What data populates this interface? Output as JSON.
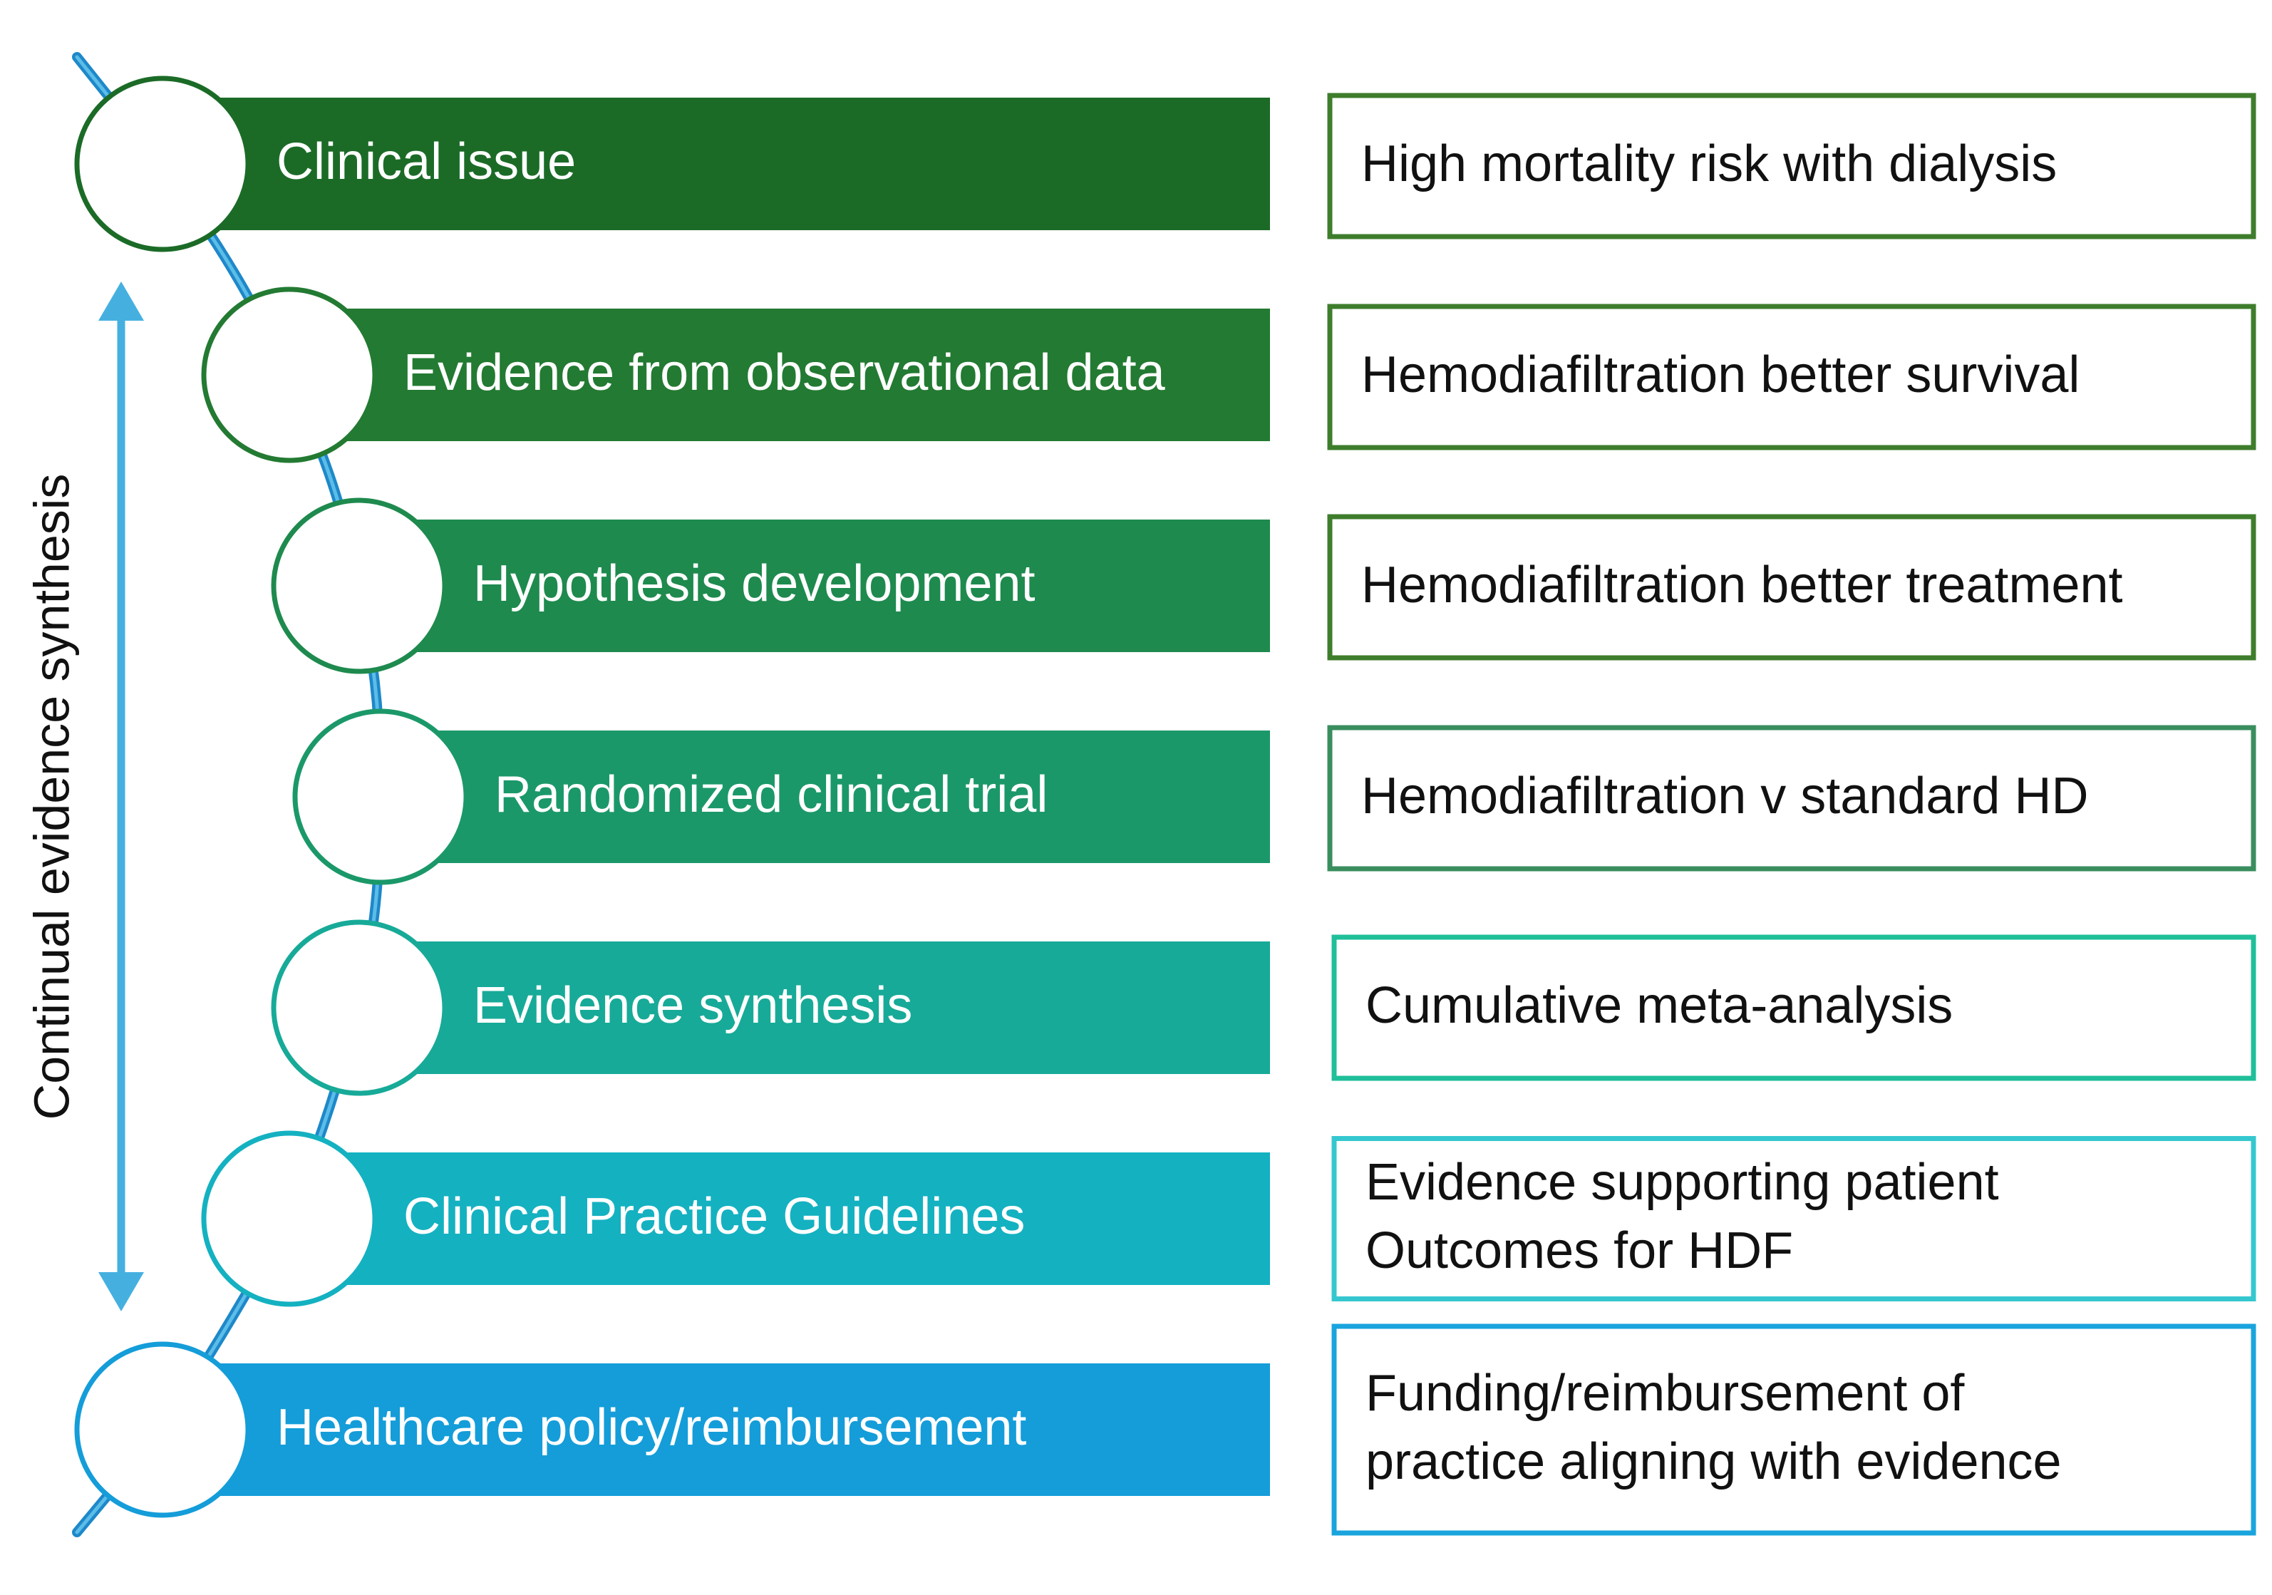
{
  "side_label": "Continual evidence synthesis",
  "colors": {
    "curve": "#1e88c9",
    "curve_light": "#5bbde8",
    "arrow": "#45b0e0"
  },
  "steps": [
    {
      "label": "Clinical issue",
      "color": "#1b6b27",
      "outcome": [
        "High mortality risk with dialysis"
      ],
      "outcome_border": "#3e7d2c"
    },
    {
      "label": "Evidence from observational data",
      "color": "#237a32",
      "outcome": [
        "Hemodiafiltration better survival"
      ],
      "outcome_border": "#3e7d2c"
    },
    {
      "label": "Hypothesis development",
      "color": "#1e8a4e",
      "outcome": [
        "Hemodiafiltration better treatment"
      ],
      "outcome_border": "#3e7d2c"
    },
    {
      "label": "Randomized clinical trial",
      "color": "#1b9869",
      "outcome": [
        "Hemodiafiltration v standard HD"
      ],
      "outcome_border": "#3a8e5e"
    },
    {
      "label": "Evidence synthesis",
      "color": "#17aa98",
      "outcome": [
        "Cumulative meta-analysis"
      ],
      "outcome_border": "#1fbf9a"
    },
    {
      "label": "Clinical Practice Guidelines",
      "color": "#14b1c1",
      "outcome": [
        "Evidence supporting patient",
        "Outcomes for HDF"
      ],
      "outcome_border": "#35c7cf"
    },
    {
      "label": "Healthcare policy/reimbursement",
      "color": "#149dd9",
      "outcome": [
        "Funding/reimbursement of",
        "practice aligning with evidence"
      ],
      "outcome_border": "#1aa4de"
    }
  ]
}
